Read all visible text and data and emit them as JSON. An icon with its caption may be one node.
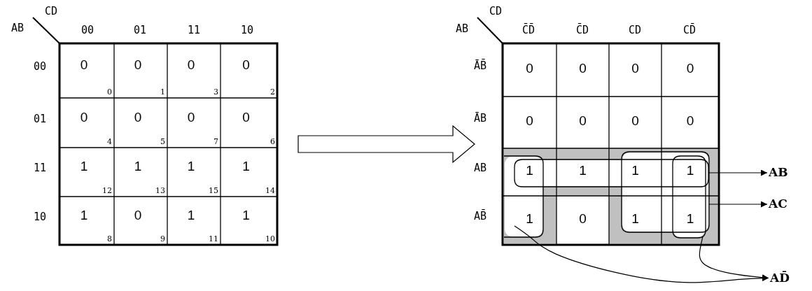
{
  "diagram": {
    "nodes": [
      {
        "text": [],
        "shape": "box"
      },
      {
        "text": [],
        "shape": "box"
      },
      {
        "text": [],
        "shape": "box",
        "in": 1
      },
      {
        "text": [],
        "shape": "box",
        "in": 1
      },
      {
        "text": [],
        "shape": "box",
        "in": 1
      },
      {
        "text": [],
        "shape": "box",
        "in": 1
      },
      {
        "text": [
          "AB"
        ]
      },
      {
        "text": [
          "AC"
        ]
      },
      {
        "text": [
          "AD̄"
        ]
      }
    ],
    "edges": [
      {
        "from": 0,
        "to": 1,
        "arrow": "to"
      },
      {
        "from": 2,
        "to": 6,
        "arrow": "to"
      },
      {
        "from": 3,
        "to": 7,
        "arrow": "to"
      },
      {
        "from": 4,
        "to": 8,
        "arrow": "to"
      },
      {
        "from": 5,
        "to": 8,
        "arrow": "to"
      }
    ],
    "labels": [
      "AB",
      "CD",
      "00",
      "01",
      "11",
      "10",
      "00",
      "0",
      "0",
      "0",
      "1",
      "0",
      "3",
      "0",
      "2",
      "01",
      "0",
      "4",
      "0",
      "5",
      "0",
      "7",
      "0",
      "6",
      "11",
      "1",
      "12",
      "1",
      "13",
      "1",
      "15",
      "1",
      "14",
      "10",
      "1",
      "8",
      "0",
      "9",
      "1",
      "11",
      "1",
      "10",
      "AB",
      "CD",
      "C̄D̄",
      "C̄D",
      "CD",
      "CD̄",
      "ĀB̄",
      "0",
      "0",
      "0",
      "0",
      "ĀB",
      "0",
      "0",
      "0",
      "0",
      "AB",
      "1",
      "1",
      "1",
      "1",
      "AB̄",
      "1",
      "0",
      "1",
      "1"
    ]
  }
}
